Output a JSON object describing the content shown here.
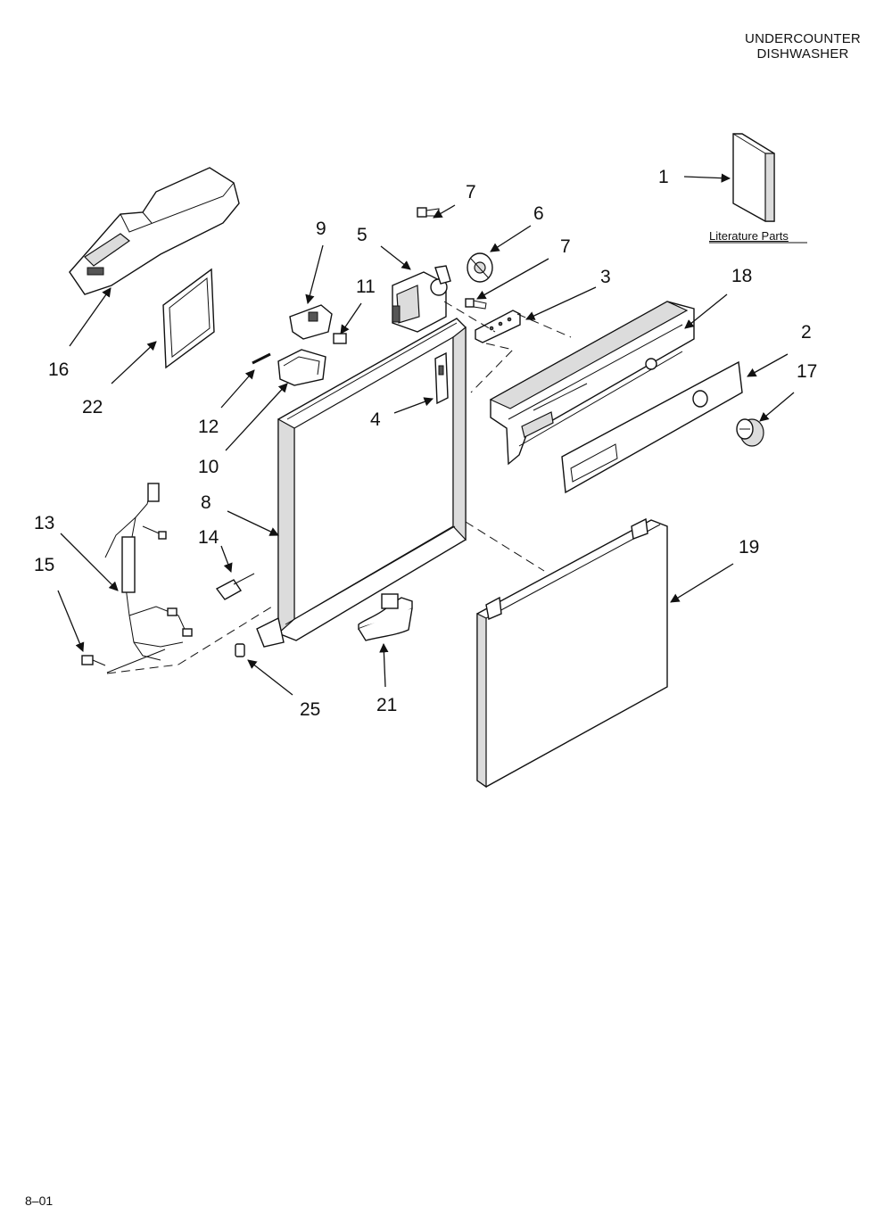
{
  "header": {
    "line1": "UNDERCOUNTER",
    "line2": "DISHWASHER"
  },
  "literature_label": "Literature Parts",
  "footer": "8–01",
  "callouts": [
    "1",
    "2",
    "3",
    "4",
    "5",
    "6",
    "7",
    "7",
    "8",
    "9",
    "10",
    "11",
    "12",
    "13",
    "14",
    "15",
    "16",
    "17",
    "18",
    "19",
    "21",
    "22",
    "25"
  ]
}
